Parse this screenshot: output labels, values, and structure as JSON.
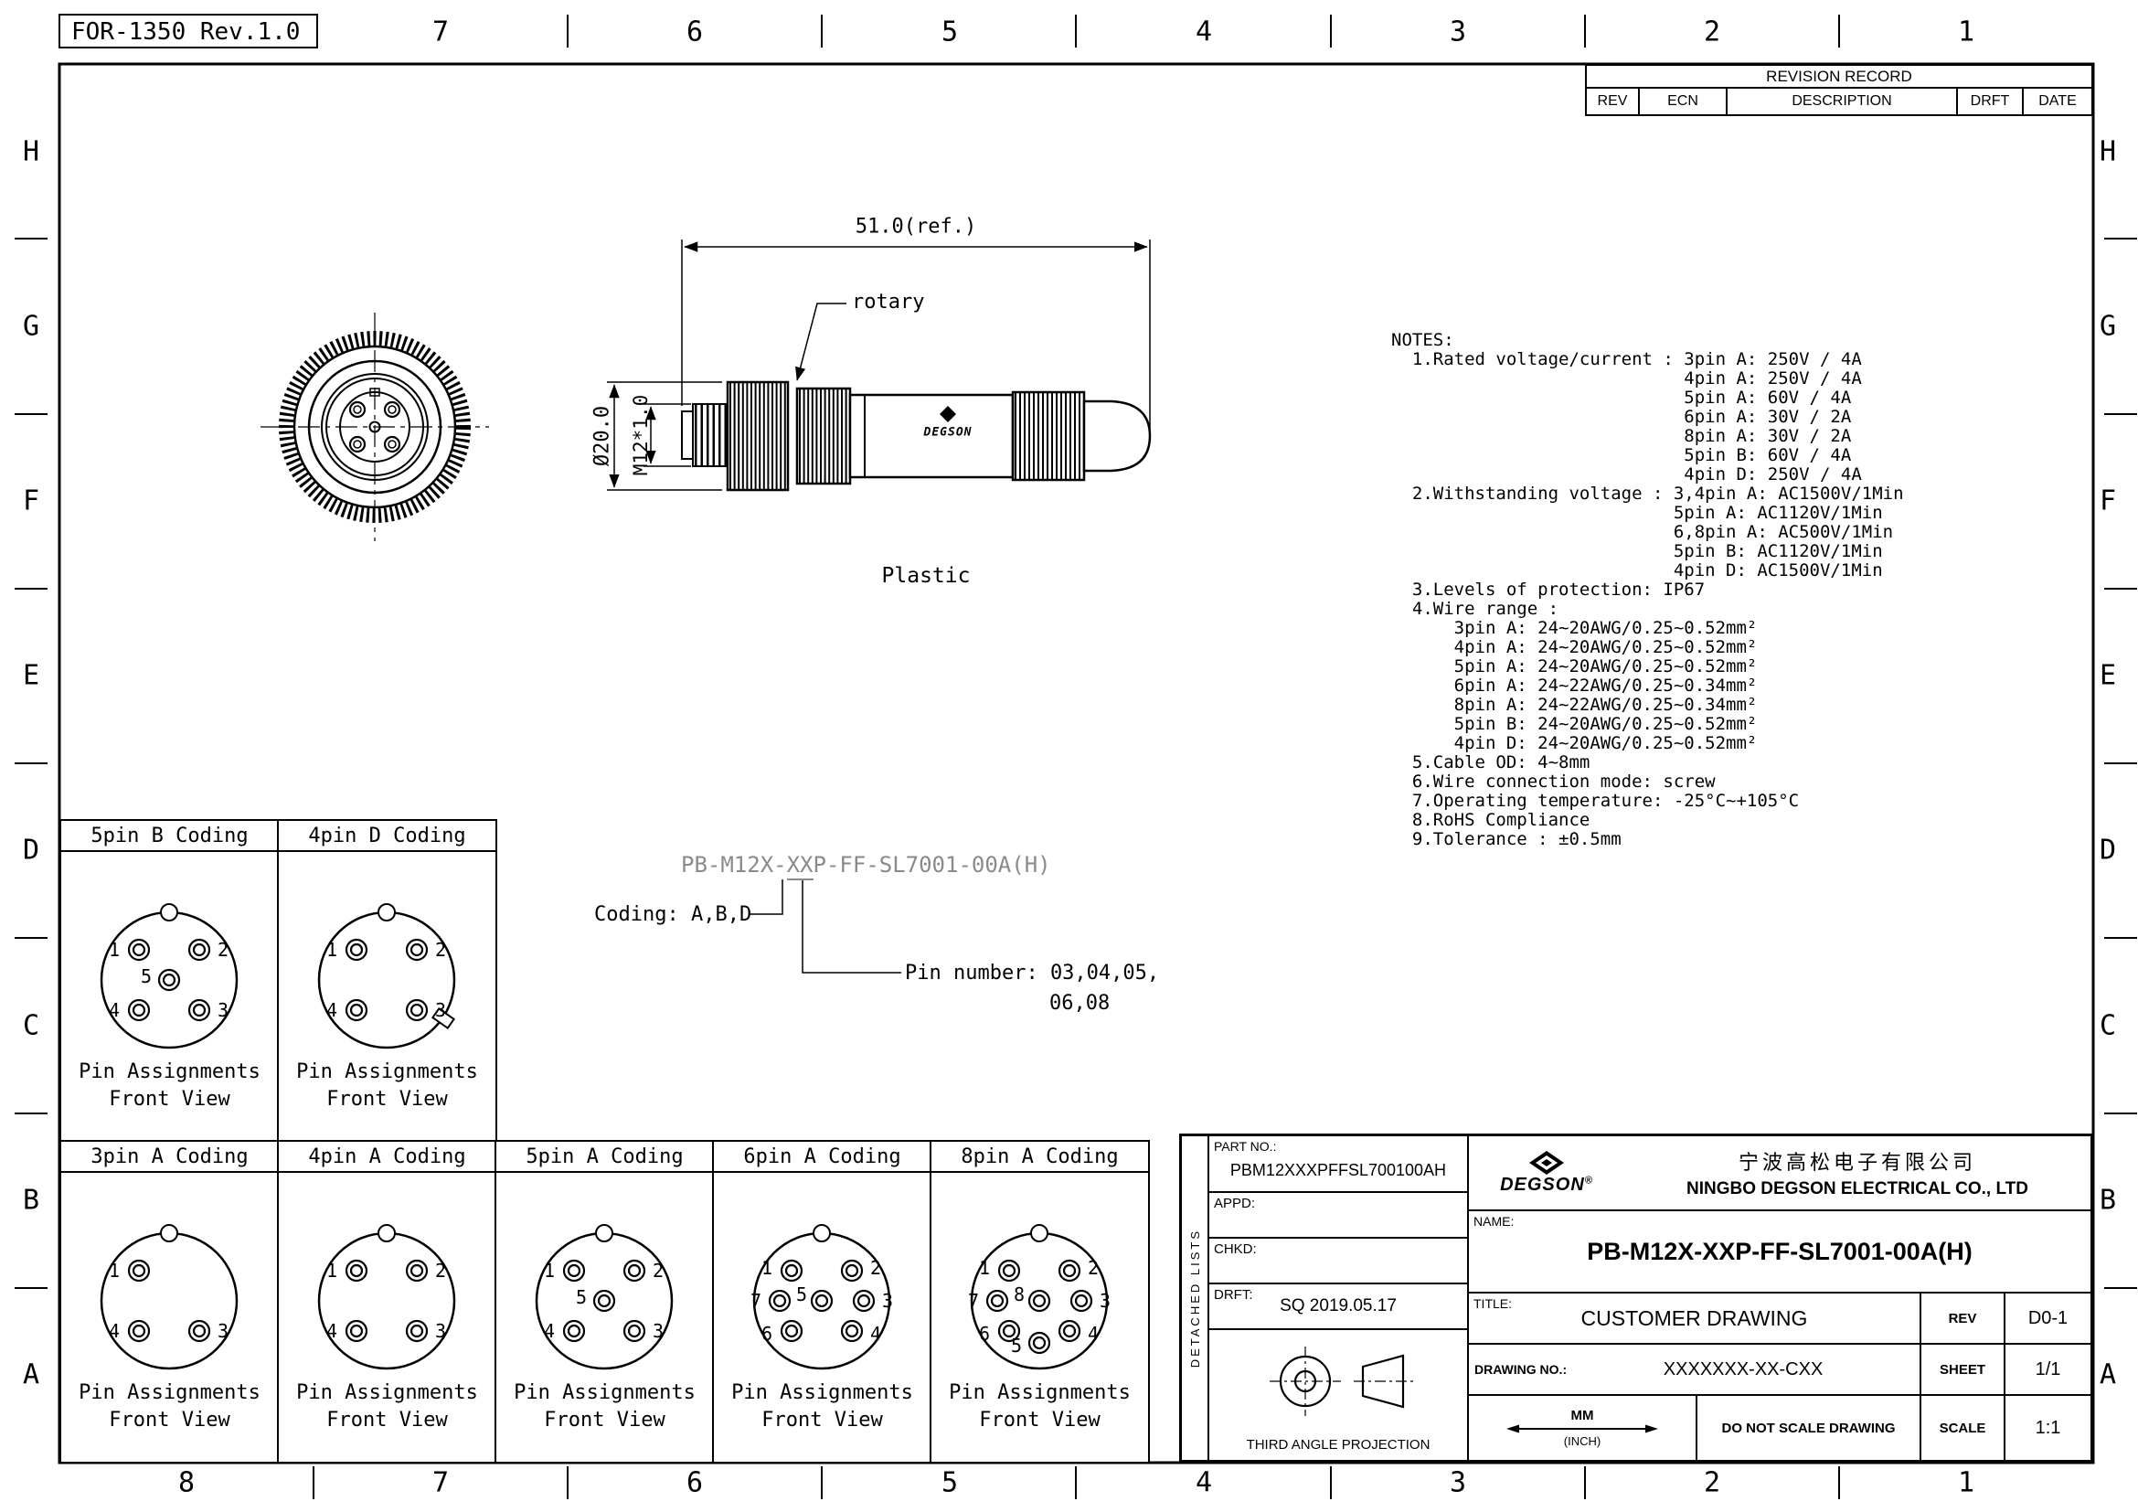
{
  "sheet": {
    "form_title": "FOR-1350 Rev.1.0",
    "zones_top": [
      "7",
      "6",
      "5",
      "4",
      "3",
      "2",
      "1"
    ],
    "zones_bottom": [
      "8",
      "7",
      "6",
      "5",
      "4",
      "3",
      "2",
      "1"
    ],
    "zones_left": [
      "H",
      "G",
      "F",
      "E",
      "D",
      "C",
      "B",
      "A"
    ],
    "zones_right": [
      "H",
      "G",
      "F",
      "E",
      "D",
      "C",
      "B",
      "A"
    ]
  },
  "revision_table": {
    "title": "REVISION RECORD",
    "columns": [
      "REV",
      "ECN",
      "DESCRIPTION",
      "DRFT",
      "DATE"
    ]
  },
  "drawing": {
    "length_dim": "51.0(ref.)",
    "rotary_label": "rotary",
    "diameter_dim": "Ø20.0",
    "thread_dim": "M12*1.0",
    "material_label": "Plastic",
    "body_brand": "DEGSON"
  },
  "callout": {
    "prefix": "PB-M12X-",
    "coded": "XX",
    "suffix": "P-FF-SL7001-00A(H)",
    "coding_note": "Coding: A,B,D",
    "pin_note_line1": "Pin number: 03,04,05,",
    "pin_note_line2": "06,08"
  },
  "notes": {
    "text": "NOTES:\n  1.Rated voltage/current : 3pin A: 250V / 4A\n                            4pin A: 250V / 4A\n                            5pin A: 60V / 4A\n                            6pin A: 30V / 2A\n                            8pin A: 30V / 2A\n                            5pin B: 60V / 4A\n                            4pin D: 250V / 4A\n  2.Withstanding voltage : 3,4pin A: AC1500V/1Min\n                           5pin A: AC1120V/1Min\n                           6,8pin A: AC500V/1Min\n                           5pin B: AC1120V/1Min\n                           4pin D: AC1500V/1Min\n  3.Levels of protection: IP67\n  4.Wire range :\n      3pin A: 24~20AWG/0.25~0.52mm²\n      4pin A: 24~20AWG/0.25~0.52mm²\n      5pin A: 24~20AWG/0.25~0.52mm²\n      6pin A: 24~22AWG/0.25~0.34mm²\n      8pin A: 24~22AWG/0.25~0.34mm²\n      5pin B: 24~20AWG/0.25~0.52mm²\n      4pin D: 24~20AWG/0.25~0.52mm²\n  5.Cable OD: 4~8mm\n  6.Wire connection mode: screw\n  7.Operating temperature: -25°C~+105°C\n  8.RoHS Compliance\n  9.Tolerance : ±0.5mm"
  },
  "pin_diagrams": {
    "caption_line1": "Pin Assignments",
    "caption_line2": "Front View",
    "d5b": {
      "title": "5pin B Coding",
      "pins": {
        "tl": "1",
        "tr": "2",
        "c": "5",
        "bl": "4",
        "br": "3"
      }
    },
    "d4d": {
      "title": "4pin D Coding",
      "pins": {
        "tl": "1",
        "tr": "2",
        "bl": "4",
        "br": "3"
      }
    },
    "d3a": {
      "title": "3pin A Coding",
      "pins": {
        "tl": "1",
        "bl": "4",
        "br": "3"
      }
    },
    "d4a": {
      "title": "4pin A Coding",
      "pins": {
        "tl": "1",
        "tr": "2",
        "bl": "4",
        "br": "3"
      }
    },
    "d5a": {
      "title": "5pin A Coding",
      "pins": {
        "tl": "1",
        "tr": "2",
        "c": "5",
        "bl": "4",
        "br": "3"
      }
    },
    "d6a": {
      "title": "6pin A Coding",
      "pins": {
        "tl": "1",
        "tr": "2",
        "ml": "7",
        "mr": "3",
        "c": "5",
        "bl": "6",
        "br": "4"
      }
    },
    "d8a": {
      "title": "8pin A Coding",
      "pins": {
        "tl": "1",
        "tr": "2",
        "ml": "7",
        "mr": "3",
        "c": "8",
        "bl": "6",
        "bc": "5",
        "br": "4"
      }
    }
  },
  "title_block": {
    "detached_lists": "DETACHED LISTS",
    "part_no_label": "PART NO.:",
    "part_no": "PBM12XXXPFFSL700100AH",
    "appd_label": "APPD:",
    "chkd_label": "CHKD:",
    "drft_label": "DRFT:",
    "drft_value": "SQ  2019.05.17",
    "projection_label": "THIRD ANGLE PROJECTION",
    "logo_text": "DEGSON",
    "logo_reg": "®",
    "company_cn": "宁波高松电子有限公司",
    "company_en": "NINGBO DEGSON ELECTRICAL CO., LTD",
    "name_label": "NAME:",
    "name_value": "PB-M12X-XXP-FF-SL7001-00A(H)",
    "title_label": "TITLE:",
    "title_value": "CUSTOMER  DRAWING",
    "rev_label": "REV",
    "rev_value": "D0-1",
    "drawing_no_label": "DRAWING NO.:",
    "drawing_no_value": "XXXXXXX-XX-CXX",
    "sheet_label": "SHEET",
    "sheet_value": "1/1",
    "units_top": "MM",
    "units_bottom": "(INCH)",
    "no_scale": "DO NOT SCALE DRAWING",
    "scale_label": "SCALE",
    "scale_value": "1:1"
  }
}
